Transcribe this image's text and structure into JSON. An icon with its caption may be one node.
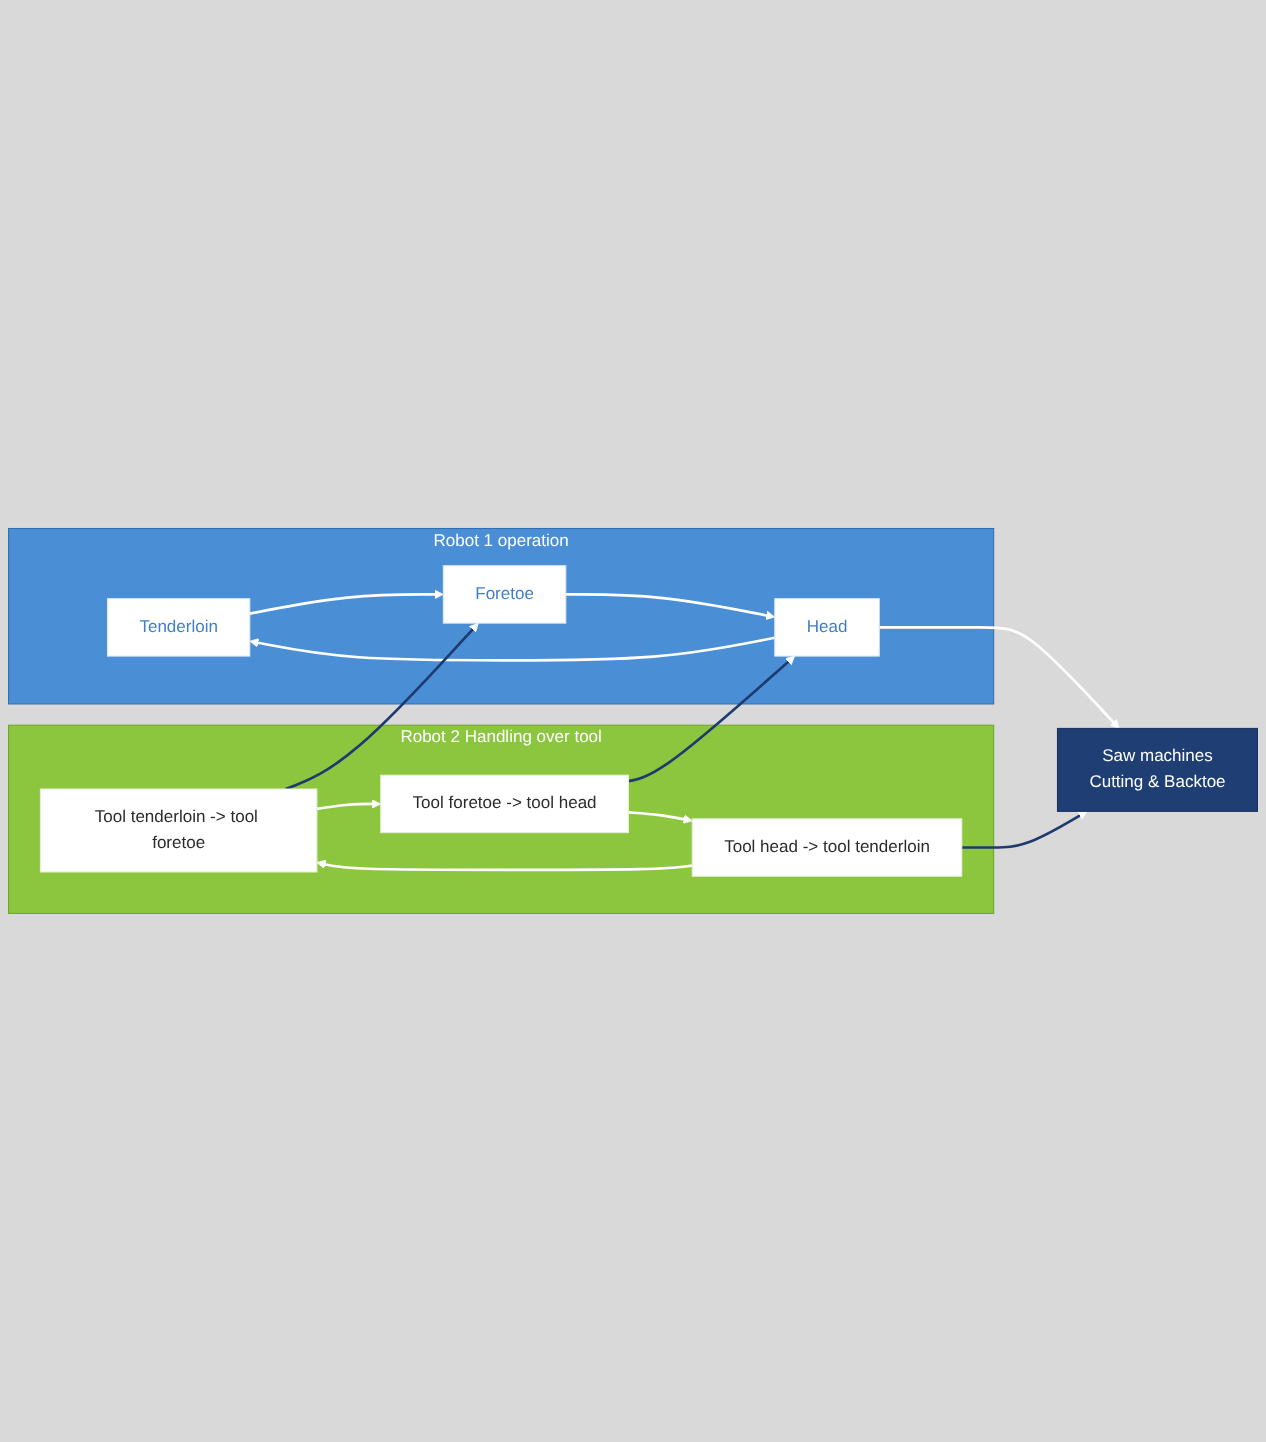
{
  "diagram": {
    "nodes": [
      {
        "text": [
          "Robot 1 operation"
        ]
      },
      {
        "text": [
          "Tenderloin"
        ],
        "in": 0
      },
      {
        "text": [
          "Foretoe"
        ],
        "in": 0
      },
      {
        "text": [
          "Head"
        ],
        "in": 0
      },
      {
        "text": [
          "Saw machines",
          "Cutting & Backtoe"
        ]
      },
      {
        "text": [
          "Robot 2 Handling over tool"
        ]
      },
      {
        "text": [
          "Tool tenderloin -> tool foretoe"
        ],
        "in": 5
      },
      {
        "text": [
          "Tool foretoe -> tool head"
        ],
        "in": 5
      },
      {
        "text": [
          "Tool head -> tool tenderloin"
        ],
        "in": 5
      }
    ],
    "edges": [
      {
        "from": 1,
        "to": 2,
        "arrow": "to"
      },
      {
        "from": 2,
        "to": 3,
        "arrow": "to"
      },
      {
        "from": 3,
        "to": 4,
        "arrow": "to"
      },
      {
        "from": 3,
        "to": 1,
        "arrow": "to"
      },
      {
        "from": 6,
        "to": 7,
        "arrow": "to"
      },
      {
        "from": 7,
        "to": 8,
        "arrow": "to"
      },
      {
        "from": 8,
        "to": 6,
        "arrow": "to"
      },
      {
        "from": 6,
        "to": 2,
        "arrow": "to",
        "color": "#1f3a6e"
      },
      {
        "from": 7,
        "to": 3,
        "arrow": "to",
        "color": "#1f3a6e"
      },
      {
        "from": 8,
        "to": 4,
        "arrow": "to",
        "color": "#1f3a6e"
      }
    ]
  }
}
